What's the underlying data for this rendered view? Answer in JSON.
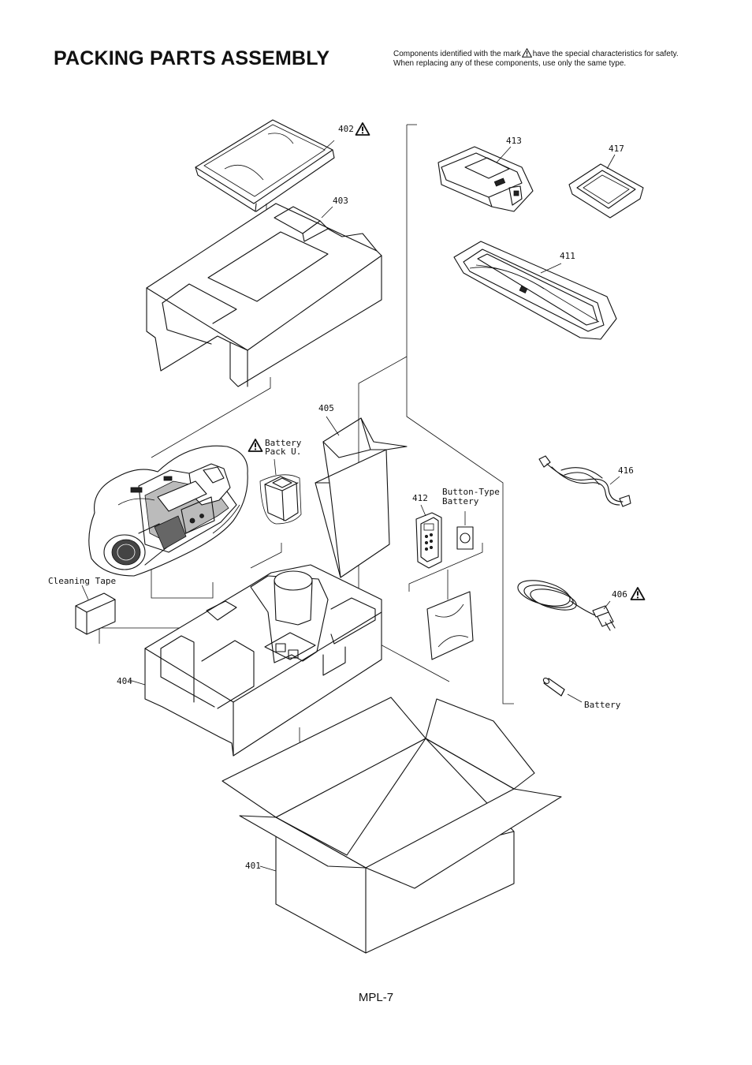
{
  "page": {
    "title": "PACKING PARTS ASSEMBLY",
    "note_part1": "Components identified with the mark",
    "note_part2": "have the special characteristics for safety.",
    "note_line2": "When replacing any of these components, use only the same type.",
    "page_number": "MPL-7"
  },
  "labels": {
    "p401": "401",
    "p402": "402",
    "p403": "403",
    "p404": "404",
    "p405": "405",
    "p406": "406",
    "p411": "411",
    "p412": "412",
    "p413": "413",
    "p416": "416",
    "p417": "417",
    "battery_pack_line1": "Battery",
    "battery_pack_line2": "Pack U.",
    "button_battery_line1": "Button-Type",
    "button_battery_line2": "Battery",
    "cleaning_tape": "Cleaning Tape",
    "battery": "Battery"
  },
  "icons": {
    "safety_mark": "warning-triangle-icon"
  }
}
